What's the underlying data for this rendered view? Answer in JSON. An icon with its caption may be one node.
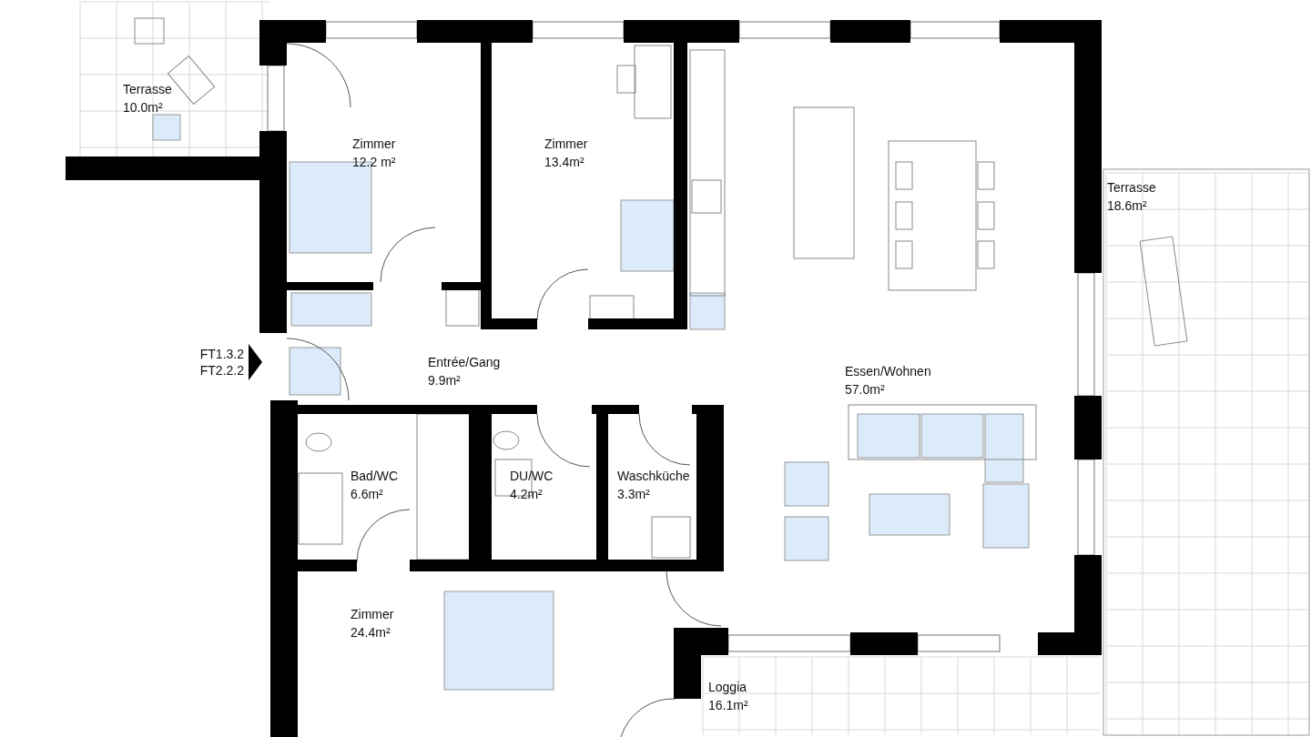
{
  "diagram": {
    "nodes": [
      {
        "text": [
          "Terrasse",
          "10.0m²"
        ]
      },
      {
        "text": [
          "Zimmer",
          "12.2 m²"
        ]
      },
      {
        "text": [
          "Zimmer",
          "13.4m²"
        ]
      },
      {
        "text": [
          "Terrasse",
          "18.6m²"
        ]
      },
      {
        "text": [
          "Entrée/Gang",
          "9.9m²"
        ]
      },
      {
        "text": [
          "Essen/Wohnen",
          "57.0m²"
        ]
      },
      {
        "text": [
          "Bad/WC",
          "6.6m²"
        ]
      },
      {
        "text": [
          "DU/WC",
          "4.2m²"
        ]
      },
      {
        "text": [
          "Waschküche",
          "3.3m²"
        ]
      },
      {
        "text": [
          "Zimmer",
          "24.4m²"
        ]
      },
      {
        "text": [
          "Loggia",
          "16.1m²"
        ]
      }
    ],
    "edges": [],
    "labels": [
      "FT1.3.2 FT2.2.2"
    ]
  }
}
